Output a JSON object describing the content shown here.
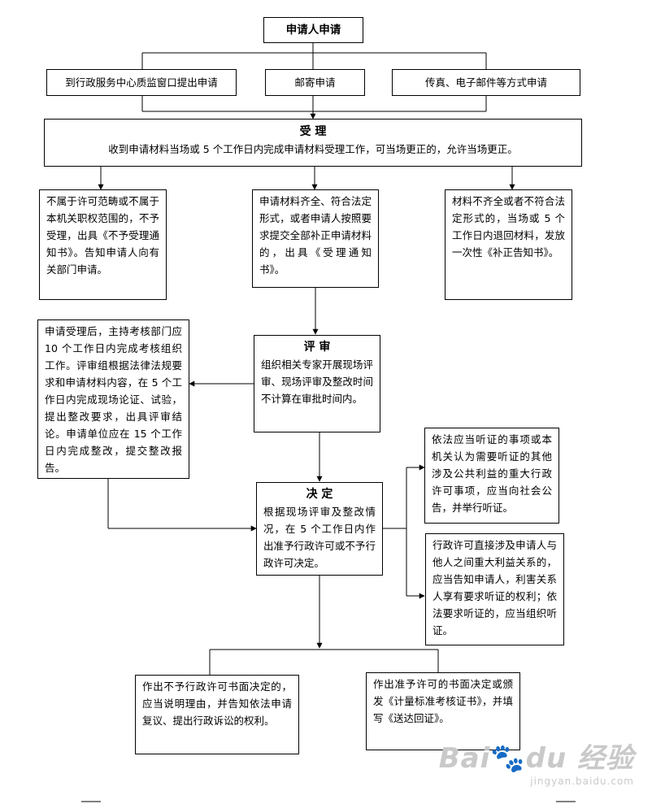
{
  "nodes": {
    "applicant": "申请人申请",
    "method_window": "到行政服务中心质监窗口提出申请",
    "method_mail": "邮寄申请",
    "method_fax": "传真、电子邮件等方式申请",
    "accept_title": "受 理",
    "accept_body": "收到申请材料当场或 5 个工作日内完成申请材料受理工作，可当场更正的，允许当场更正。",
    "not_accept": "不属于许可范畴或不属于本机关职权范围的，不予受理，出具《不予受理通知书》。告知申请人向有关部门申请。",
    "accept_ok": "申请材料齐全、符合法定形式，或者申请人按照要求提交全部补正申请材料的，出具《受理通知书》。",
    "incomplete": "材料不齐全或者不符合法定形式的，当场或 5 个工作日内退回材料，发放一次性《补正告知书》。",
    "review_title": "评 审",
    "review_body": "组织相关专家开展现场评审、现场评审及整改时间不计算在审批时间内。",
    "review_detail": "申请受理后，主持考核部门应 10 个工作日内完成考核组织工作。评审组根据法律法规要求和申请材料内容，在 5 个工作日内完成现场论证、试验，提出整改要求，出具评审结论。申请单位应在 15 个工作日内完成整改，提交整改报告。",
    "decision_title": "决 定",
    "decision_body": "根据现场评审及整改情况，在 5 个工作日内作出准予行政许可或不予行政许可决定。",
    "hearing_public": "依法应当听证的事项或本机关认为需要听证的其他涉及公共利益的重大行政许可事项，应当向社会公告，并举行听证。",
    "hearing_party": "行政许可直接涉及申请人与他人之间重大利益关系的，应当告知申请人，利害关系人享有要求听证的权利；依法要求听证的，应当组织听证。",
    "deny": "作出不予行政许可书面决定的，应当说明理由，并告知依法申请复议、提出行政诉讼的权利。",
    "grant": "作出准予许可的书面决定或颁发《计量标准考核证书》，并填写《送达回证》。"
  },
  "watermark": {
    "main_a": "Bai",
    "paw": "🐾",
    "main_b": "du 经验",
    "sub": "jingyan.baidu.com"
  }
}
